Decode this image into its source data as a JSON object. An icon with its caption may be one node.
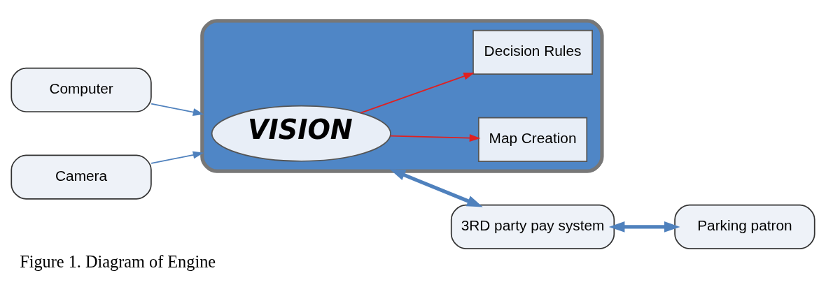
{
  "diagram": {
    "caption": "Figure 1. Diagram of Engine",
    "nodes": [
      {
        "text": [
          "Computer"
        ]
      },
      {
        "text": [],
        "shape": "box"
      },
      {
        "text": [
          "VISION"
        ],
        "in": 1
      },
      {
        "text": [
          "Map Creation"
        ],
        "in": 1
      },
      {
        "text": [
          "Decision Rules"
        ],
        "in": 1
      },
      {
        "text": [
          "Camera"
        ]
      },
      {
        "text": [
          "3RD party pay system"
        ]
      },
      {
        "text": [
          "Parking patron"
        ]
      }
    ],
    "edges": [
      {
        "from": 0,
        "to": 1,
        "arrow": "to"
      },
      {
        "from": 5,
        "to": 1,
        "arrow": "to"
      },
      {
        "from": 2,
        "to": 3,
        "arrow": "to",
        "color": "#e02020"
      },
      {
        "from": 2,
        "to": 4,
        "arrow": "to",
        "color": "#e02020"
      },
      {
        "from": 1,
        "to": 6,
        "arrow": "both",
        "style": "thick"
      },
      {
        "from": 6,
        "to": 7,
        "arrow": "both",
        "style": "thick"
      }
    ]
  }
}
